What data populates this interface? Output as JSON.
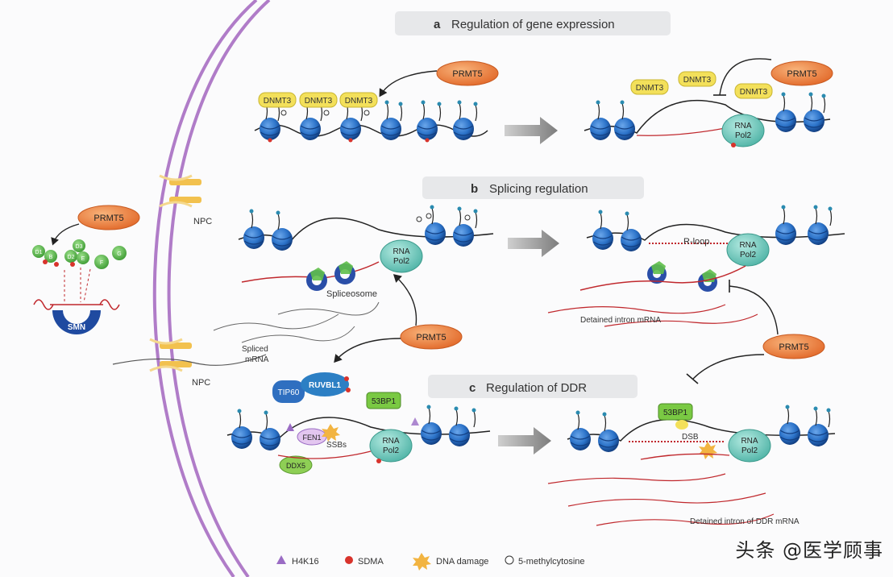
{
  "panels": {
    "a": {
      "letter": "a",
      "title": "Regulation of gene expression"
    },
    "b": {
      "letter": "b",
      "title": "Splicing regulation"
    },
    "c": {
      "letter": "c",
      "title": "Regulation of DDR"
    }
  },
  "labels": {
    "prmt5": "PRMT5",
    "dnmt3": "DNMT3",
    "rna_pol2_line1": "RNA",
    "rna_pol2_line2": "Pol2",
    "npc": "NPC",
    "smn": "SMN",
    "spliceosome": "Spliceosome",
    "spliced_mrna_line1": "Spliced",
    "spliced_mrna_line2": "mRNA",
    "r_loop": "R-loop",
    "detained_intron_mrna": "Detained intron mRNA",
    "tip60": "TIP60",
    "ruvbl1": "RUVBL1",
    "bp53": "53BP1",
    "fen1": "FEN1",
    "ddx5": "DDX5",
    "ssbs": "SSBs",
    "dsb": "DSB",
    "detained_intron_ddr": "Detained intron of DDR mRNA",
    "sm_b": "B",
    "sm_d1": "D1",
    "sm_d2": "D2",
    "sm_d3": "D3",
    "sm_e": "E",
    "sm_f": "F",
    "sm_g": "G"
  },
  "legend": [
    {
      "label": "H4K16",
      "icon": "triangle-icon",
      "color": "#9a6cc4"
    },
    {
      "label": "SDMA",
      "icon": "red-dot-icon",
      "color": "#d8332c"
    },
    {
      "label": "DNA damage",
      "icon": "starburst-icon",
      "color": "#f2b441"
    },
    {
      "label": "5-methylcytosine",
      "icon": "open-circle-icon",
      "color": "#ffffff"
    }
  ],
  "watermark": "头条 @医学顾事",
  "colors": {
    "nucleosome": "#2b72c8",
    "prmt5": "#ef8a3c",
    "dnmt3": "#f3e05a",
    "pol2": "#7fd0c4",
    "membrane": "#b07cc8",
    "npc": "#f2c14e",
    "rna": "#c0282d"
  }
}
